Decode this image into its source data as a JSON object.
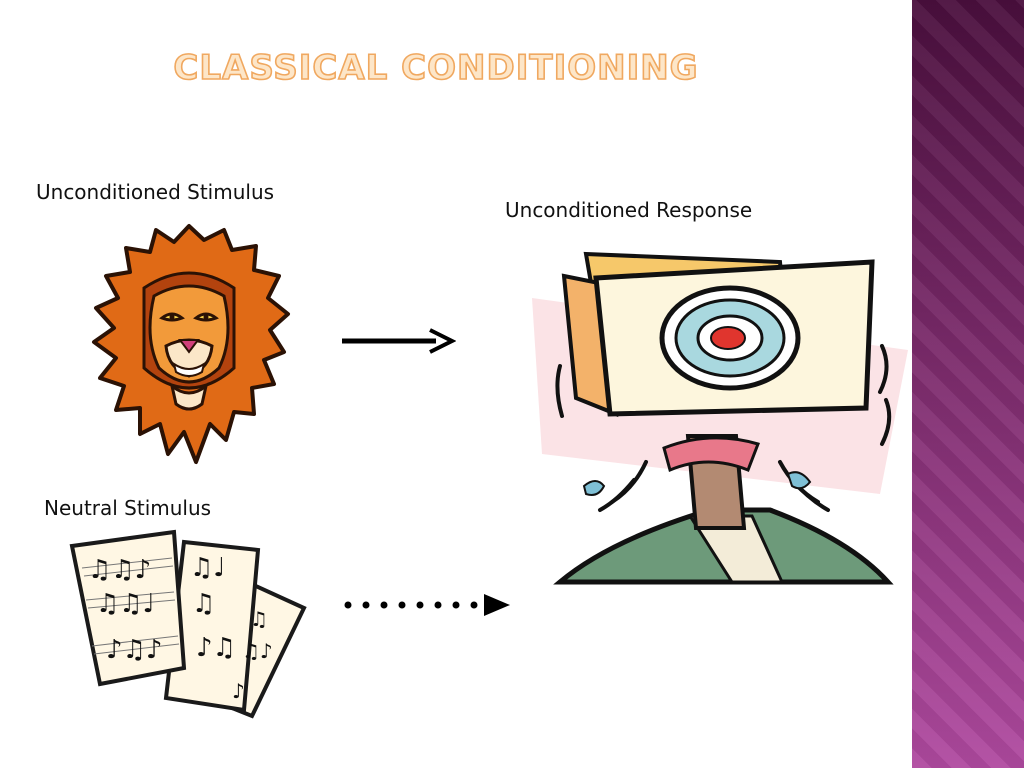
{
  "slide": {
    "title": "Classical Conditioning",
    "labels": {
      "unconditioned_stimulus": "Unconditioned Stimulus",
      "unconditioned_response": "Unconditioned Response",
      "neutral_stimulus": "Neutral Stimulus"
    },
    "images": {
      "lion": "lion-clipart",
      "target_person": "frightened-target-person-clipart",
      "sheet_music": "sheet-music-clipart"
    },
    "arrows": {
      "solid": "solid-arrow",
      "dotted": "dotted-arrow"
    },
    "colors": {
      "title_fill": "#fde6c8",
      "title_outline": "#f0a860",
      "side_band_top": "#4a0f3d",
      "side_band_bottom": "#b04aa0"
    }
  }
}
